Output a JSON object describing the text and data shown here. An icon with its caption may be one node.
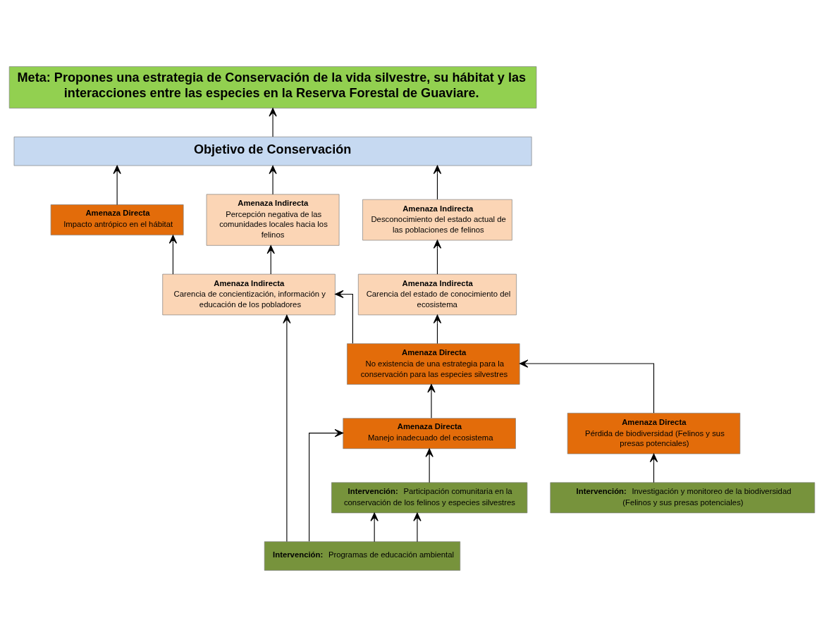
{
  "diagram": {
    "nodes": [
      {
        "text": [
          "Meta: Propones una estrategia de Conservación de la vida silvestre, su hábitat y las interacciones entre las especies en la Reserva Forestal de Guaviare."
        ]
      },
      {
        "text": [
          "Objetivo de Conservación"
        ]
      },
      {
        "text": [
          "Amenaza Indirecta",
          "Desconocimiento del estado actual de las poblaciones de felinos"
        ]
      },
      {
        "text": [
          "Amenaza Directa",
          "Impacto antrópico en el hábitat"
        ]
      },
      {
        "text": [
          "Amenaza Indirecta",
          "Percepción negativa de las comunidades locales hacia los felinos"
        ]
      },
      {
        "text": [
          "Amenaza Indirecta",
          "Carencia del estado de conocimiento del ecosistema"
        ]
      },
      {
        "text": [
          "Amenaza Indirecta",
          "Carencia de concientización, información y educación de los pobladores"
        ]
      },
      {
        "text": [
          "Amenaza Directa",
          "No existencia de una estrategia para la conservación para las especies silvestres"
        ]
      },
      {
        "text": [
          "Amenaza Directa",
          "Pérdida de biodiversidad (Felinos y sus presas potenciales)"
        ]
      },
      {
        "text": [
          "Amenaza Directa",
          "Manejo inadecuado del ecosistema"
        ]
      },
      {
        "text": [
          "**Intervención:** Participación comunitaria en la conservación de los felinos y especies silvestres"
        ]
      },
      {
        "text": [
          "**Intervención:** Investigación y monitoreo de la biodiversidad (Felinos y sus presas potenciales)"
        ]
      },
      {
        "text": [
          "**Intervención:** Programas de educación ambiental"
        ]
      }
    ],
    "edges": [
      {
        "from": 1,
        "to": 0,
        "arrow": "to"
      },
      {
        "from": 2,
        "to": 1,
        "arrow": "to"
      },
      {
        "from": 3,
        "to": 1,
        "arrow": "to"
      },
      {
        "from": 4,
        "to": 1,
        "arrow": "to"
      },
      {
        "from": 5,
        "to": 2,
        "arrow": "to"
      },
      {
        "from": 6,
        "to": 3,
        "arrow": "to"
      },
      {
        "from": 6,
        "to": 4,
        "arrow": "to"
      },
      {
        "from": 7,
        "to": 5,
        "arrow": "to"
      },
      {
        "from": 7,
        "to": 6,
        "arrow": "to"
      },
      {
        "from": 8,
        "to": 7,
        "arrow": "to"
      },
      {
        "from": 9,
        "to": 7,
        "arrow": "to"
      },
      {
        "from": 11,
        "to": 8,
        "arrow": "to"
      },
      {
        "from": 10,
        "to": 9,
        "arrow": "to"
      },
      {
        "from": 12,
        "to": 10,
        "arrow": "to"
      },
      {
        "from": 12,
        "to": 6,
        "arrow": "to"
      },
      {
        "from": 12,
        "to": 9,
        "arrow": "to"
      },
      {
        "from": 12,
        "to": 10,
        "arrow": "to"
      }
    ]
  }
}
